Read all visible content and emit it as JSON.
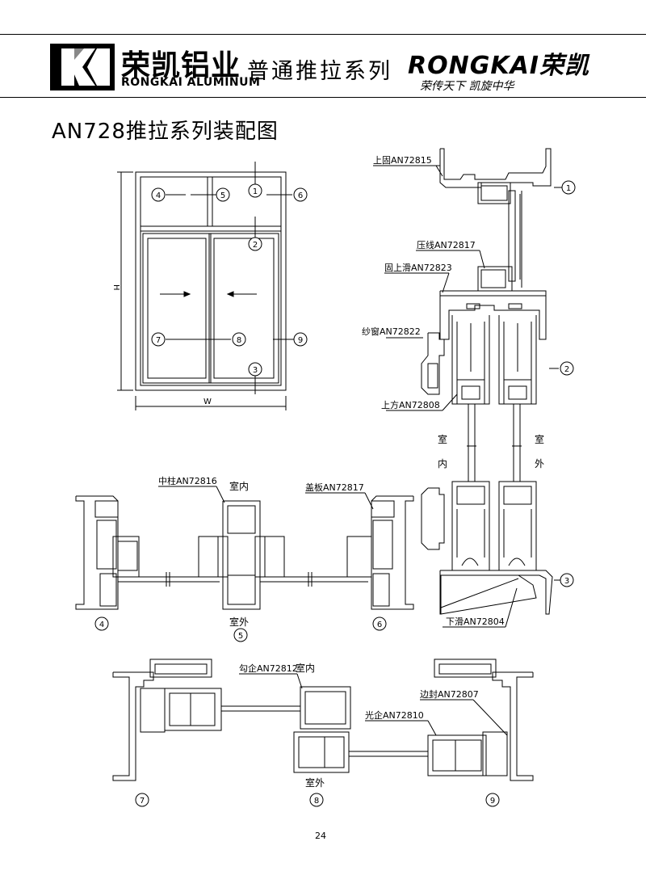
{
  "header": {
    "brand_cn": "荣凯铝业",
    "brand_en": "RONGKAI ALUMINUM",
    "series": "普通推拉系列",
    "logo_right": "RONGKAI荣凯",
    "slogan": "荣传天下 凯旋中华"
  },
  "title": "AN728推拉系列装配图",
  "elevation": {
    "h_label": "H",
    "w_label": "W",
    "callouts": [
      "1",
      "2",
      "3",
      "4",
      "5",
      "6",
      "7",
      "8",
      "9"
    ]
  },
  "vertical_section": {
    "labels": {
      "top_fixed": "上固AN72815",
      "bead": "压线AN72817",
      "fixed_top_slide": "固上滑AN72823",
      "screen": "纱窗AN72822",
      "top_rail": "上方AN72808",
      "bottom_slide": "下滑AN72804",
      "indoor": "室内",
      "outdoor": "室外"
    },
    "callouts": [
      "1",
      "2",
      "3"
    ]
  },
  "horizontal_section_upper": {
    "labels": {
      "mullion": "中柱AN72816",
      "cover": "盖板AN72817",
      "indoor": "室内",
      "outdoor": "室外"
    },
    "callouts": [
      "4",
      "5",
      "6"
    ]
  },
  "horizontal_section_lower": {
    "labels": {
      "hook_stile": "勾企AN72812",
      "side_seal": "边封AN72807",
      "plain_stile": "光企AN72810",
      "indoor": "室内",
      "outdoor": "室外"
    },
    "callouts": [
      "7",
      "8",
      "9"
    ]
  },
  "page_number": "24"
}
